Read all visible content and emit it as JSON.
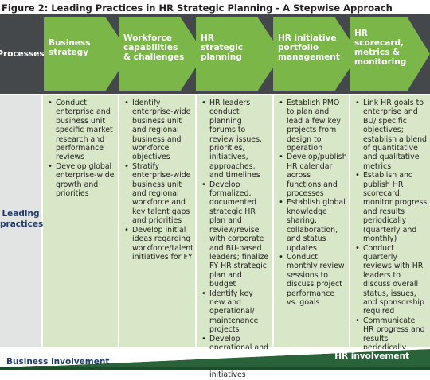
{
  "figure_title": "Figure 2: Leading Practices in HR Strategic Planning - A Stepwise Approach",
  "row_labels": {
    "processes": "Processes",
    "leading_practices_line1": "Leading",
    "leading_practices_line2": "practices"
  },
  "colors": {
    "dark_band": "#45484b",
    "chevron_green": "#7ab648",
    "column_green": "#d7e7c8",
    "label_gray": "#e2e3e3",
    "navy_text": "#1e3a6e",
    "dark_green": "#2a6239"
  },
  "steps": [
    {
      "title": [
        "Business",
        "strategy"
      ],
      "practices": [
        "Conduct enterprise and business unit specific market research and performance reviews",
        "Develop global enterprise-wide growth and priorities"
      ]
    },
    {
      "title": [
        "Workforce",
        "capabilities",
        "& challenges"
      ],
      "practices": [
        "Identify enterprise-wide business unit and regional business and workforce objectives",
        "Stratify enterprise-wide business unit and regional workforce and key talent gaps and priorities",
        "Develop initial ideas regarding workforce/talent initiatives for FY"
      ]
    },
    {
      "title": [
        "HR",
        "strategic",
        "planning"
      ],
      "practices": [
        "HR leaders conduct planning forums to review issues, priorities, initiatives, approaches, and timelines",
        "Develop formalized, documented strategic HR plan and review/revise with corporate and BU-based leaders; finalize FY HR strategic plan and budget",
        "Identify key new and operational/ maintenance projects",
        "Develop operational and capital budgets based on key initiatives"
      ]
    },
    {
      "title": [
        "HR initiative",
        "portfolio",
        "management"
      ],
      "practices": [
        "Establish PMO to plan and lead a few key projects from design to operation",
        "Develop/publish HR calendar across functions and processes",
        "Establish global knowledge sharing, collaboration, and status updates",
        "Conduct monthly review sessions to discuss project performance vs. goals"
      ]
    },
    {
      "title": [
        "HR",
        "scorecard,",
        "metrics &",
        "monitoring"
      ],
      "practices": [
        "Link HR goals to enterprise and BU/ specific objectives; establish a blend of quantitative and qualitative metrics",
        "Establish and publish HR scorecard; monitor progress and results periodically (quarterly and monthly)",
        "Conduct quarterly reviews with HR leaders to discuss overall status, issues, and sponsorship required",
        "Communicate HR progress and results periodically"
      ]
    }
  ],
  "involvement": {
    "business": "Business involvement",
    "hr": "HR involvement"
  }
}
